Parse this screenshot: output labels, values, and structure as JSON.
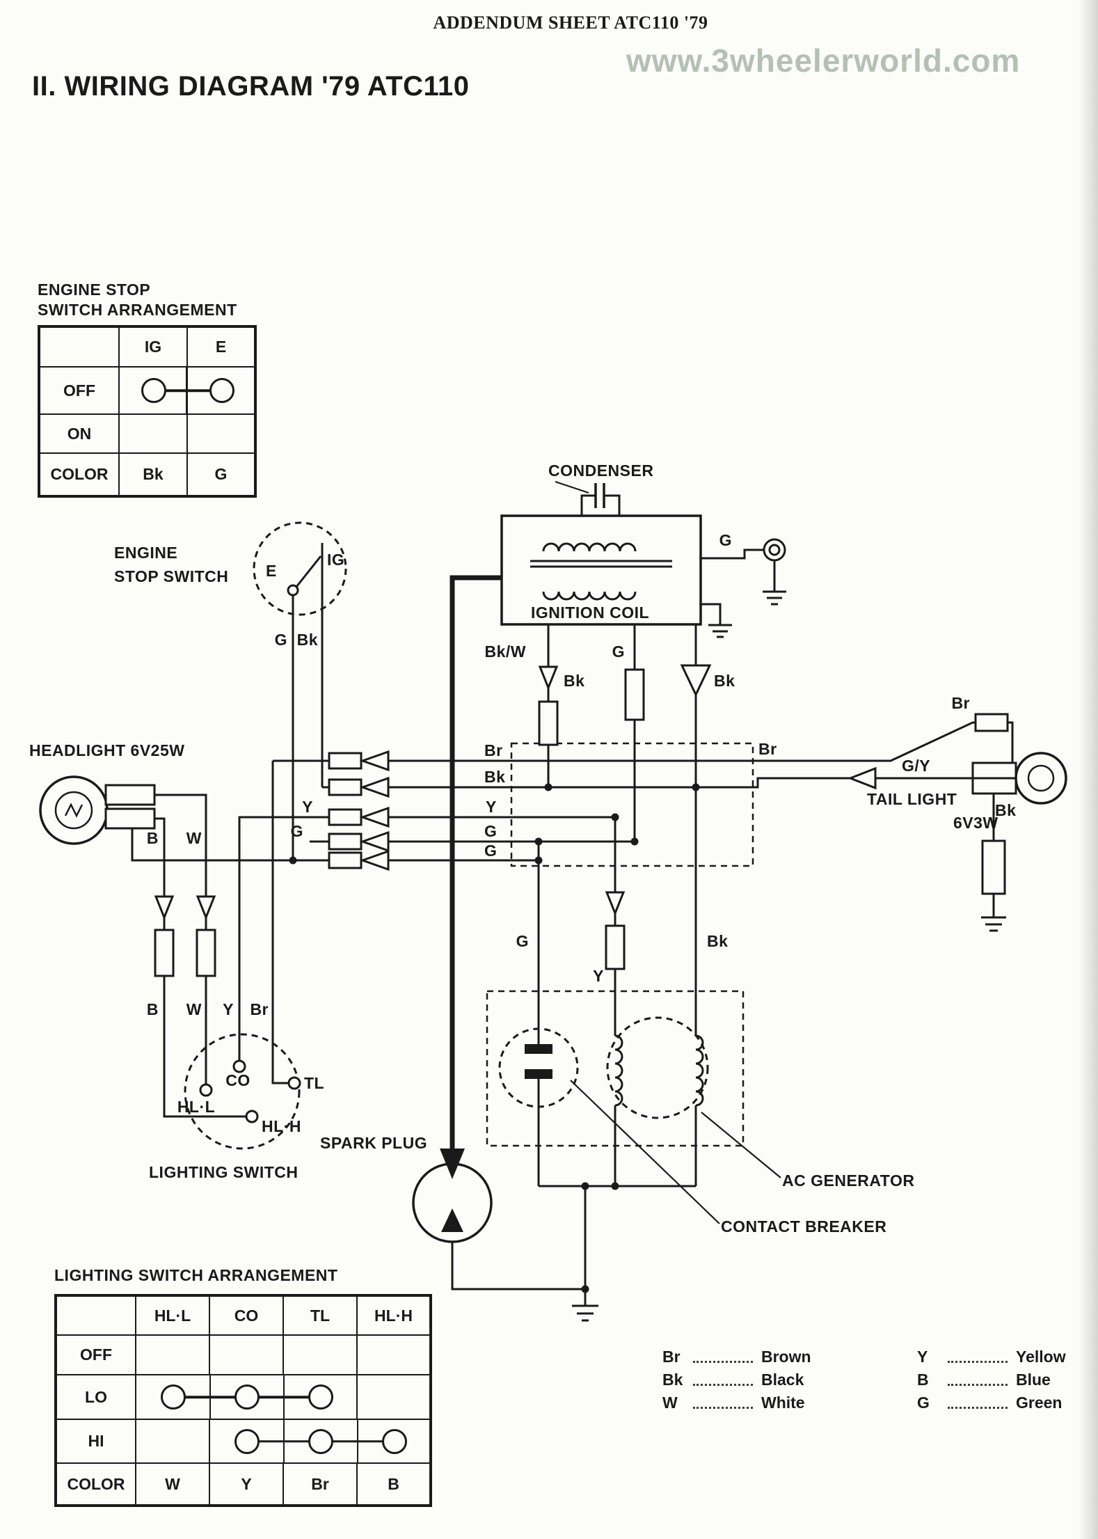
{
  "page": {
    "header": "ADDENDUM SHEET ATC110 '79",
    "watermark": "www.3wheelerworld.com",
    "title": "II. WIRING DIAGRAM '79 ATC110"
  },
  "colors": {
    "ink": "#1a1a1a",
    "paper": "#fcfcf9",
    "watermark": "#b5c0b5"
  },
  "engine_stop_table": {
    "title1": "ENGINE STOP",
    "title2": "SWITCH ARRANGEMENT",
    "columns": [
      "IG",
      "E"
    ],
    "rows": [
      "OFF",
      "ON",
      "COLOR"
    ],
    "color_values": [
      "Bk",
      "G"
    ]
  },
  "lighting_table": {
    "title": "LIGHTING  SWITCH  ARRANGEMENT",
    "columns": [
      "HL·L",
      "CO",
      "TL",
      "HL·H"
    ],
    "rows": [
      "OFF",
      "LO",
      "HI",
      "COLOR"
    ],
    "color_values": [
      "W",
      "Y",
      "Br",
      "B"
    ]
  },
  "diagram": {
    "engine_line1": "ENGINE",
    "engine_line2": "STOP SWITCH",
    "ess_e": "E",
    "ess_ig": "IG",
    "ess_g": "G",
    "ess_bk": "Bk",
    "condenser": "CONDENSER",
    "ignition_coil": "IGNITION  COIL",
    "bkw": "Bk/W",
    "bk_mid": "Bk",
    "g_mid": "G",
    "bk_mid2": "Bk",
    "g_term": "G",
    "bus_br": "Br",
    "bus_bk": "Bk",
    "bus_y": "Y",
    "bus_g1": "G",
    "bus_g2": "G",
    "bus_y_left": "Y",
    "bus_g1_left": "G",
    "headlight": "HEADLIGHT 6V25W",
    "hl_b": "B",
    "hl_w": "W",
    "wire_b": "B",
    "wire_w": "W",
    "wire_y": "Y",
    "wire_br": "Br",
    "ls_hll": "HL·L",
    "ls_co": "CO",
    "ls_tl": "TL",
    "ls_hlh": "HL·H",
    "lighting_switch": "LIGHTING  SWITCH",
    "spark_plug": "SPARK  PLUG",
    "gen_g": "G",
    "gen_y": "Y",
    "gen_bk": "Bk",
    "ac_generator": "AC GENERATOR",
    "contact_breaker": "CONTACT  BREAKER",
    "br_right": "Br",
    "gy": "G/Y",
    "br_mid": "Br",
    "tail1": "TAIL LIGHT",
    "tail2": "6V3W",
    "tail_bk": "Bk"
  },
  "legend": {
    "left": [
      {
        "code": "Br",
        "name": "Brown"
      },
      {
        "code": "Bk",
        "name": "Black"
      },
      {
        "code": "W",
        "name": "White"
      }
    ],
    "right": [
      {
        "code": "Y",
        "name": "Yellow"
      },
      {
        "code": "B",
        "name": "Blue"
      },
      {
        "code": "G",
        "name": "Green"
      }
    ]
  }
}
